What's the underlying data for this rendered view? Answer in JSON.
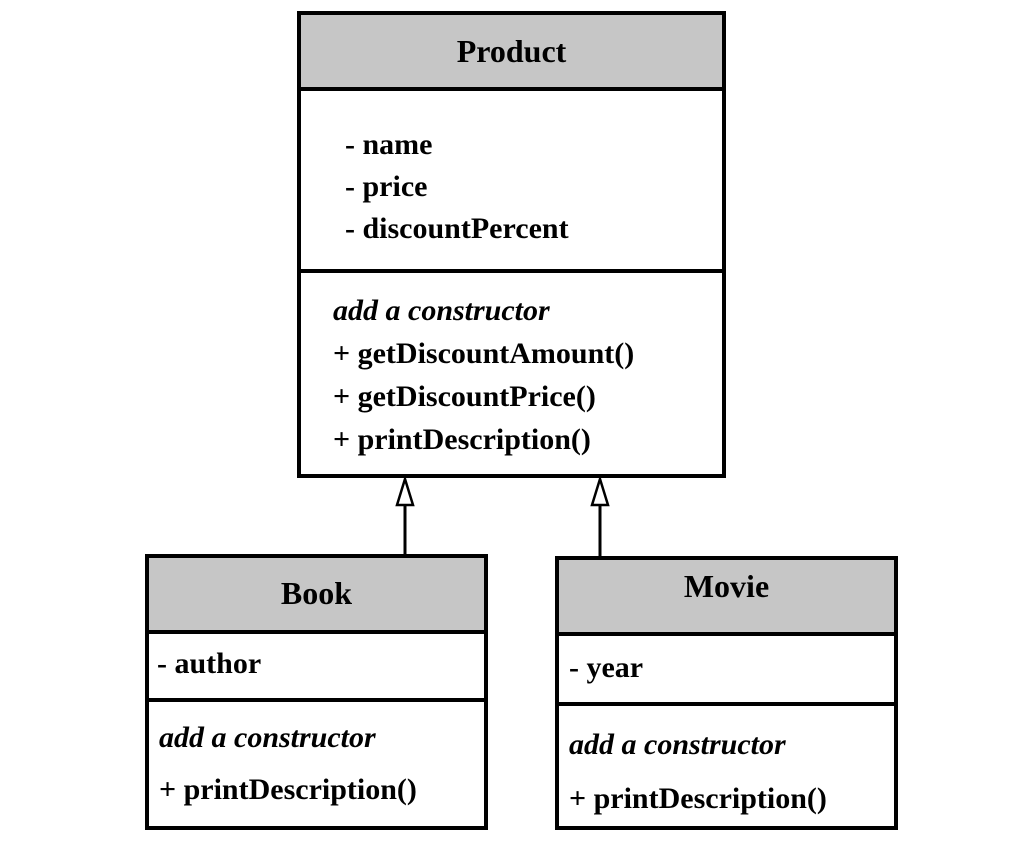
{
  "classes": {
    "product": {
      "name": "Product",
      "attributes": [
        "- name",
        "- price",
        "- discountPercent"
      ],
      "constructor_note": "add a constructor",
      "methods": [
        "+ getDiscountAmount()",
        "+ getDiscountPrice()",
        "+ printDescription()"
      ]
    },
    "book": {
      "name": "Book",
      "attributes": [
        "- author"
      ],
      "constructor_note": "add a constructor",
      "methods": [
        "+ printDescription()"
      ]
    },
    "movie": {
      "name": "Movie",
      "attributes": [
        "- year"
      ],
      "constructor_note": "add a constructor",
      "methods": [
        "+ printDescription()"
      ]
    }
  },
  "relationships": [
    {
      "type": "generalization",
      "from": "Book",
      "to": "Product"
    },
    {
      "type": "generalization",
      "from": "Movie",
      "to": "Product"
    }
  ],
  "colors": {
    "header_fill": "#c6c6c6",
    "border": "#000000",
    "background": "#ffffff"
  }
}
